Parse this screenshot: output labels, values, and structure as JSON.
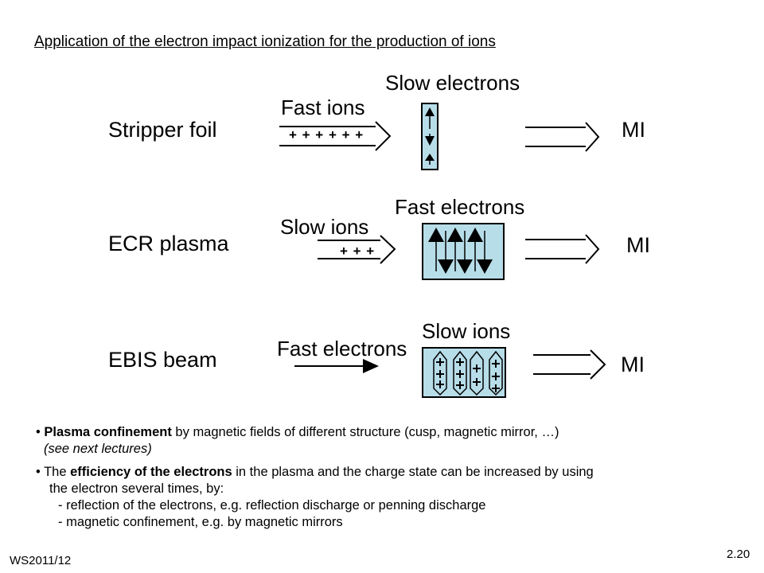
{
  "title": "Application of the electron impact ionization for the production of ions",
  "rows": [
    {
      "label": "Stripper foil",
      "arrow_label": "Fast ions",
      "arrow_signs": "+ + + + + +",
      "box_label": "Slow electrons",
      "output": "MI"
    },
    {
      "label": "ECR plasma",
      "arrow_label": "Slow ions",
      "arrow_signs": "+ + +",
      "box_label": "Fast electrons",
      "output": "MI"
    },
    {
      "label": "EBIS beam",
      "arrow_label": "Fast electrons",
      "box_label": "Slow ions",
      "output": "MI"
    }
  ],
  "bullets": {
    "b1_bold": "Plasma confinement",
    "b1_rest": " by magnetic fields of different structure (cusp, magnetic mirror, …)",
    "b1_note": "(see next lectures)",
    "b2_pre": "The ",
    "b2_bold": "efficiency of the electrons",
    "b2_rest": " in the plasma and the charge state can be increased by using",
    "b2_line2": "the electron several times, by:",
    "b2_sub1": "- reflection of the electrons, e.g. reflection discharge or penning discharge",
    "b2_sub2": "- magnetic confinement, e.g. by magnetic mirrors"
  },
  "footer": {
    "semester": "WS2011/12",
    "slide_number": "2.20"
  },
  "colors": {
    "box_fill": "#b7dde8",
    "ink": "#000000"
  }
}
